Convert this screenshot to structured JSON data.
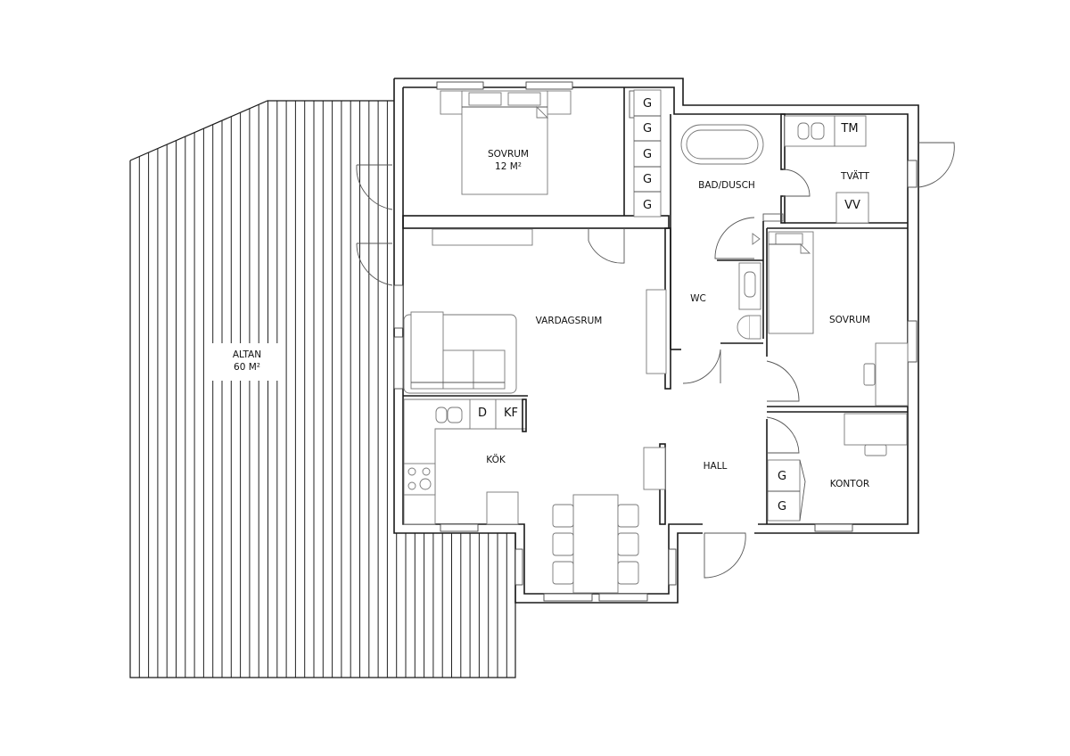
{
  "plan": {
    "rooms": {
      "sovrum_master": {
        "label": "SOVRUM",
        "area": "12 M²"
      },
      "altan": {
        "label": "ALTAN",
        "area": "60 M²"
      },
      "bad": {
        "label": "BAD/DUSCH"
      },
      "tvatt": {
        "label": "TVÄTT"
      },
      "vardagsrum": {
        "label": "VARDAGSRUM"
      },
      "wc": {
        "label": "WC"
      },
      "sovrum_2": {
        "label": "SOVRUM"
      },
      "kok": {
        "label": "KÖK"
      },
      "hall": {
        "label": "HALL"
      },
      "kontor": {
        "label": "KONTOR"
      }
    },
    "fixtures": {
      "wardrobe": "G",
      "tm": "TM",
      "vv": "VV",
      "d": "D",
      "kf": "KF"
    }
  }
}
